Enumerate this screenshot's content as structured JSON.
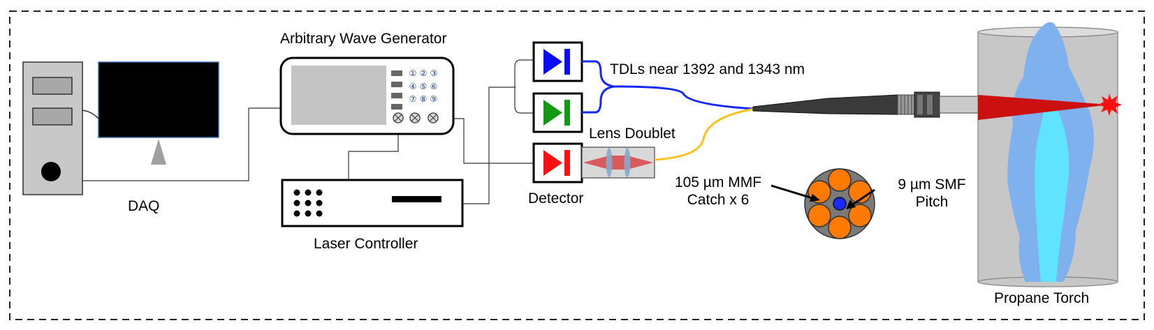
{
  "labels": {
    "daq": "DAQ",
    "awg": "Arbitrary Wave Generator",
    "laser_controller": "Laser Controller",
    "detector": "Detector",
    "lens_doublet": "Lens Doublet",
    "tdls": "TDLs near 1392 and 1343 nm",
    "mmf_line1": "105 µm MMF",
    "mmf_line2": "Catch x 6",
    "smf_line1": "9 µm SMF",
    "smf_line2": "Pitch",
    "torch": "Propane Torch"
  },
  "awg_keypad": [
    "①",
    "②",
    "③",
    "④",
    "⑤",
    "⑥",
    "⑦",
    "⑧",
    "⑨"
  ],
  "colors": {
    "tdl_1": "#0a0aff",
    "tdl_2": "#139a13",
    "detector": "#ff1010",
    "single_mode_fiber": "#1428ff",
    "multimode_fiber": "#ffc21a",
    "laser_beam": "#cc1010",
    "flame_outer": "#7fb1ef",
    "flame_inner": "#5fe3ff",
    "fiber_core": "#ff7a00"
  }
}
